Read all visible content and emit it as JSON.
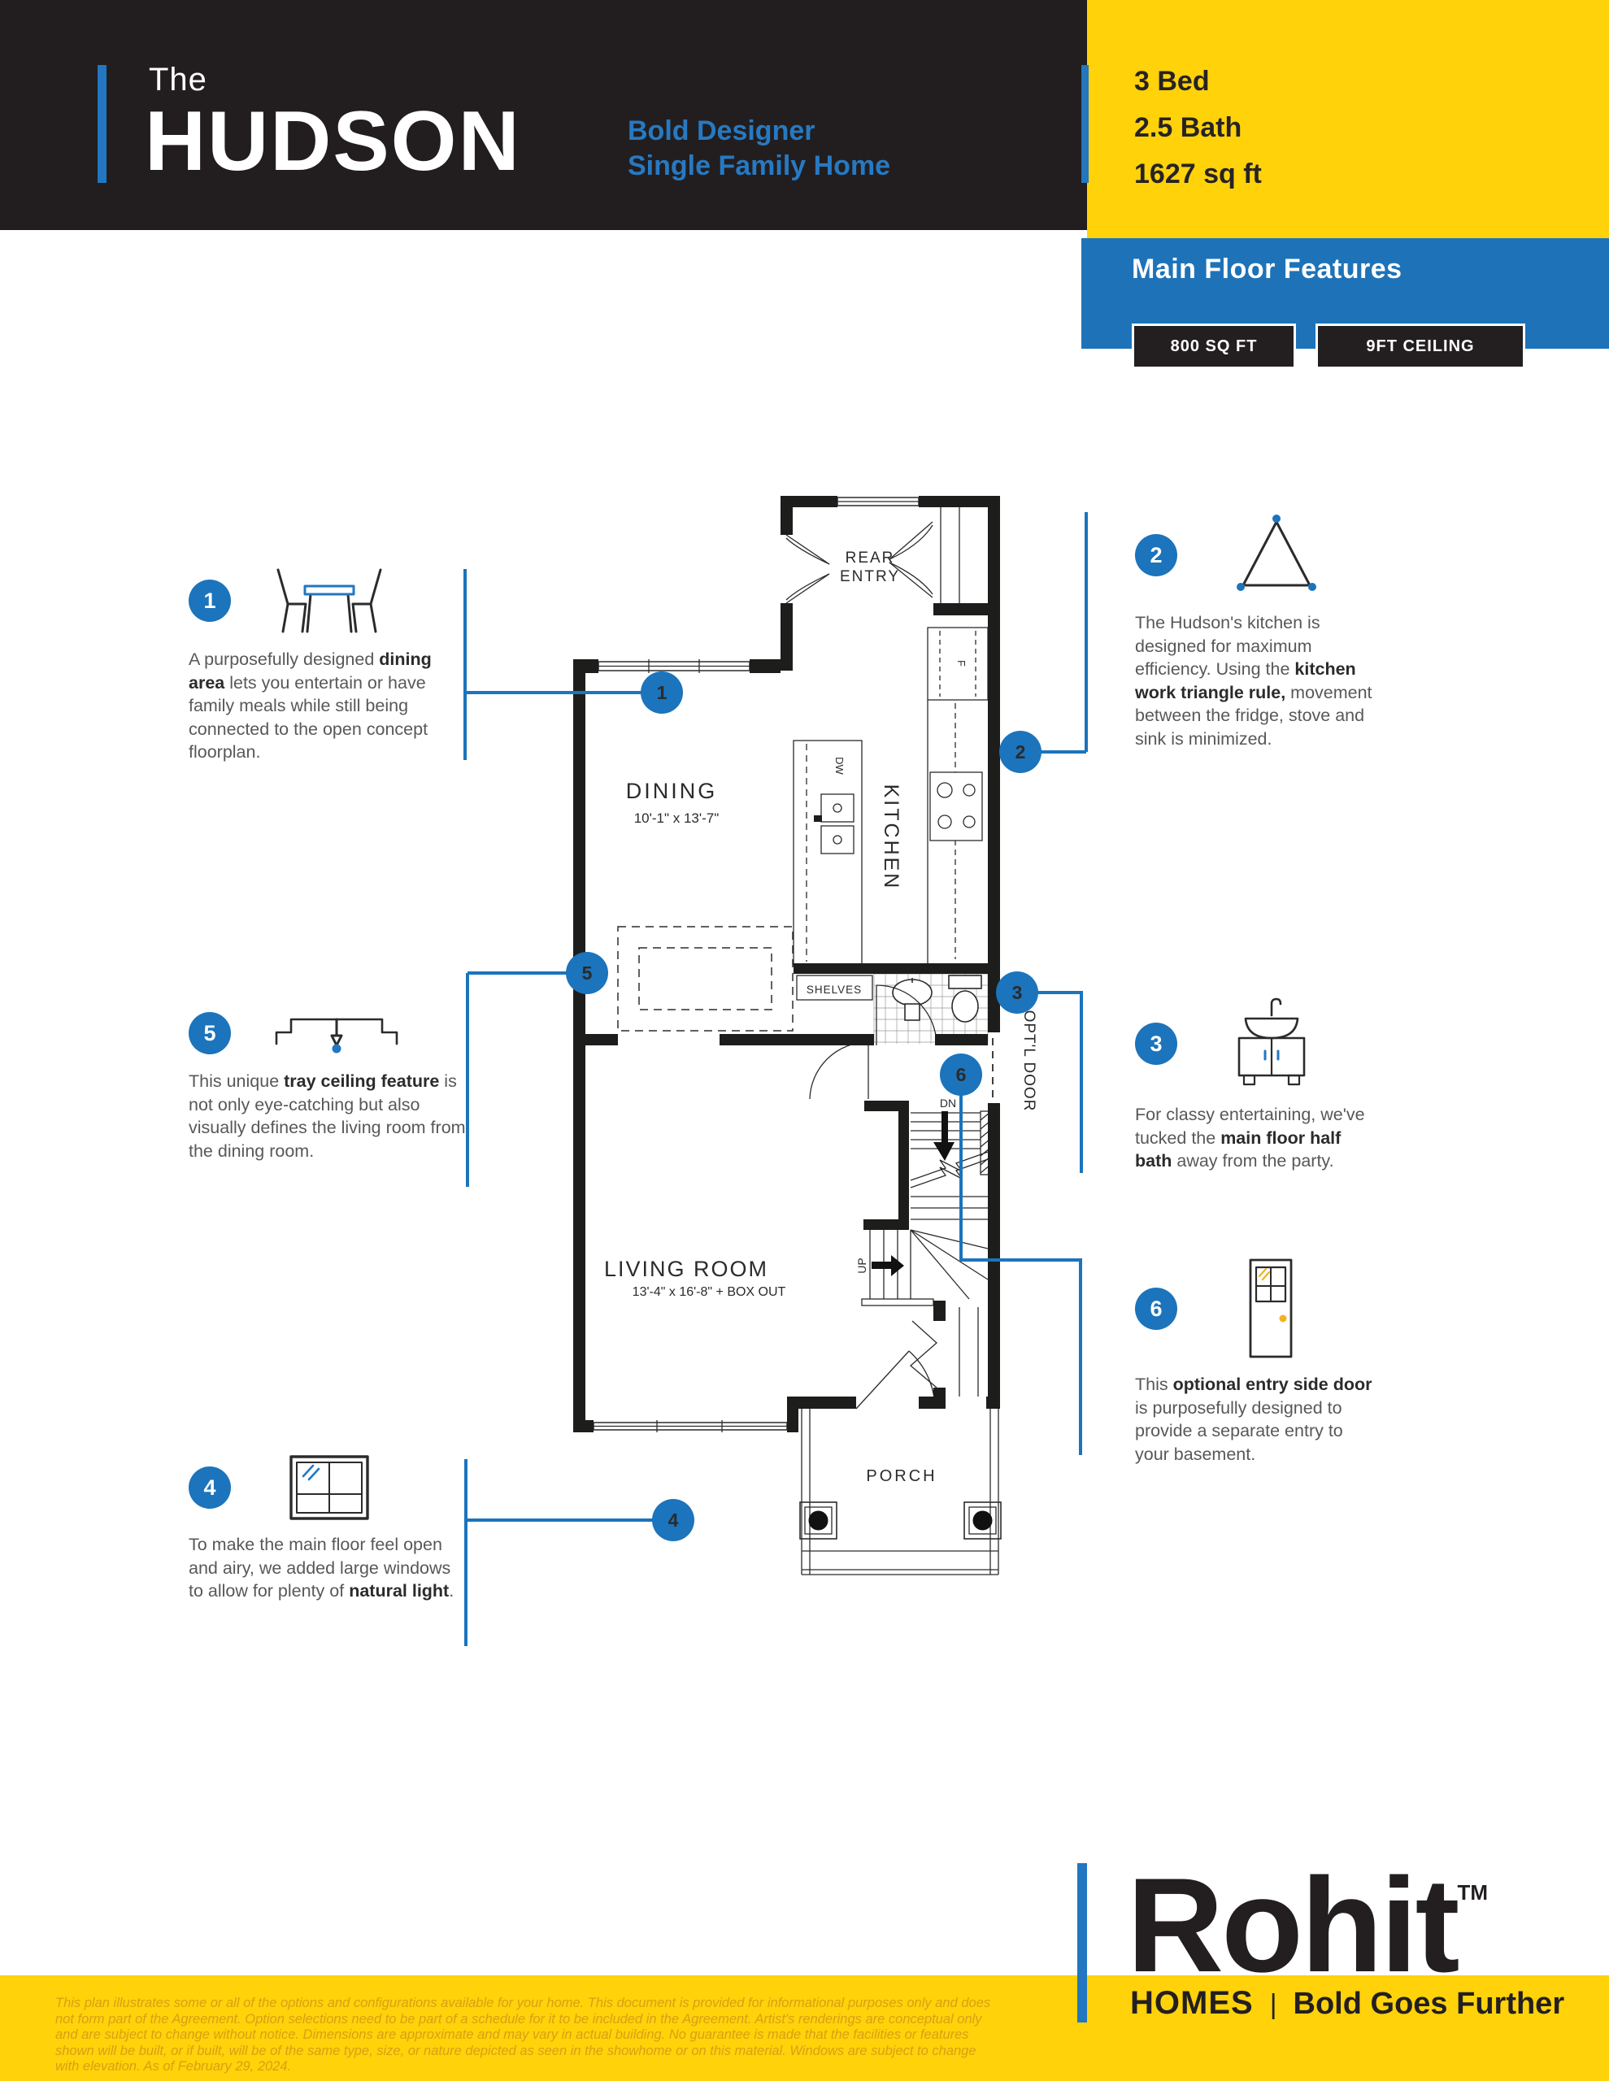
{
  "header": {
    "kicker": "The",
    "title": "HUDSON",
    "subtitle_line1": "Bold Designer",
    "subtitle_line2": "Single Family Home",
    "specs": [
      "3 Bed",
      "2.5 Bath",
      "1627 sq ft"
    ]
  },
  "features": {
    "title": "Main Floor Features",
    "badges": [
      "800 SQ FT",
      "9FT CEILING"
    ]
  },
  "callouts": [
    {
      "n": "1",
      "icon": "dining-table-icon",
      "pre": "A purposefully designed ",
      "bold": "dining area",
      "post": " lets you entertain or have family meals while still being connected to the open concept floorplan."
    },
    {
      "n": "2",
      "icon": "work-triangle-icon",
      "pre": "The Hudson's kitchen is designed for maximum efficiency. Using the ",
      "bold": "kitchen work triangle rule,",
      "post": " movement between the fridge, stove and sink is minimized."
    },
    {
      "n": "3",
      "icon": "sink-vanity-icon",
      "pre": "For classy entertaining, we've tucked the ",
      "bold": "main floor half bath",
      "post": " away from the party."
    },
    {
      "n": "4",
      "icon": "window-icon",
      "pre": "To make the main floor feel open and airy, we added large windows to allow for plenty of ",
      "bold": "natural light",
      "post": "."
    },
    {
      "n": "5",
      "icon": "tray-ceiling-icon",
      "pre": "This unique ",
      "bold": "tray ceiling feature",
      "post": " is not only eye-catching but also visually defines the living room from the dining room."
    },
    {
      "n": "6",
      "icon": "side-door-icon",
      "pre": "This ",
      "bold": "optional entry side door",
      "post": " is purposefully designed to provide a separate entry to your basement."
    }
  ],
  "plan": {
    "labels": {
      "rear_entry_1": "REAR",
      "rear_entry_2": "ENTRY",
      "dining": "DINING",
      "dining_dims": "10'-1\" x 13'-7\"",
      "kitchen": "KITCHEN",
      "fridge": "F",
      "dishwasher": "DW",
      "shelves": "SHELVES",
      "opt_door": "OPT'L DOOR",
      "dn": "DN",
      "up": "UP",
      "living": "LIVING ROOM",
      "living_dims": "13'-4\" x 16'-8\" + BOX OUT",
      "porch": "PORCH"
    }
  },
  "footer": {
    "logo": "Rohit",
    "tm": "TM",
    "homes": "HOMES",
    "divider": "|",
    "tagline": "Bold Goes Further",
    "disclaimer": [
      "This plan illustrates some or all of the options and configurations available for your home. This document is provided for informational purposes only and does",
      "not form part of the Agreement. Option selections need to be part of a schedule for it to be included in the Agreement. Artist's renderings are conceptual only",
      "and are subject to change without notice. Dimensions are approximate and may vary in actual building. No guarantee is made that the facilities or features",
      "shown will be built, or if built, will be of the same type,  size, or nature depicted as seen in the showhome or on this material. Windows are subject to change",
      "with elevation. As of February 29, 2024."
    ]
  },
  "colors": {
    "accent_blue": "#1B74BC",
    "band_blue": "#1E73B8",
    "brand_yellow": "#FFD20A",
    "brand_black": "#231F20",
    "text_gray": "#58595B",
    "disclaimer_ochre": "#D99F13",
    "icon_yellow": "#F0B323"
  }
}
